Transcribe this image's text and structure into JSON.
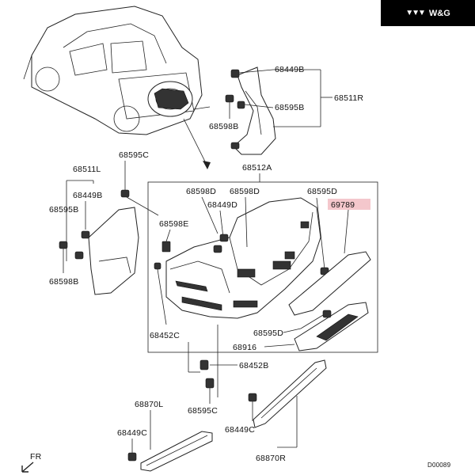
{
  "brand": {
    "name": "W&G",
    "mark": "▼▼▼",
    "bg": "#000000",
    "fg": "#ffffff"
  },
  "highlight_color": "#f4c7cc",
  "labels": {
    "p68449B_top": "68449B",
    "p68511R": "68511R",
    "p68595B_top": "68595B",
    "p68598B_top": "68598B",
    "p68595C_top": "68595C",
    "p68511L": "68511L",
    "p68449B_left": "68449B",
    "p68595B_left": "68595B",
    "p68598B_left": "68598B",
    "p68512A": "68512A",
    "p68598D_a": "68598D",
    "p68598D_b": "68598D",
    "p68595D_top": "68595D",
    "p69789": "69789",
    "p68449D": "68449D",
    "p68598E": "68598E",
    "p68595D_bot": "68595D",
    "p68916": "68916",
    "p68452C": "68452C",
    "p68452B": "68452B",
    "p68595C_bot": "68595C",
    "p68870L": "68870L",
    "p68449C_left": "68449C",
    "p68449C_right": "68449C",
    "p68870R": "68870R",
    "fr": "FR",
    "diagram_code": "D00089"
  }
}
